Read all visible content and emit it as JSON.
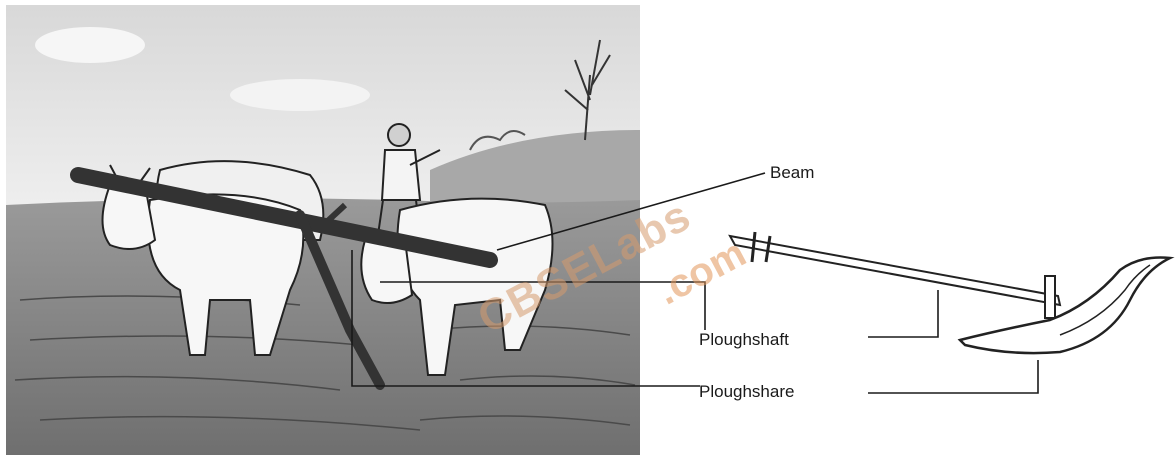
{
  "labels": {
    "beam": "Beam",
    "ploughshaft": "Ploughshaft",
    "ploughshare": "Ploughshare"
  },
  "watermark": {
    "main": "CBSELabs",
    "suffix": ".com"
  },
  "colors": {
    "line": "#1a1a1a",
    "sky": "#e6e6e6",
    "field": "#8f8f8f",
    "watermark": "#d69a6e"
  }
}
